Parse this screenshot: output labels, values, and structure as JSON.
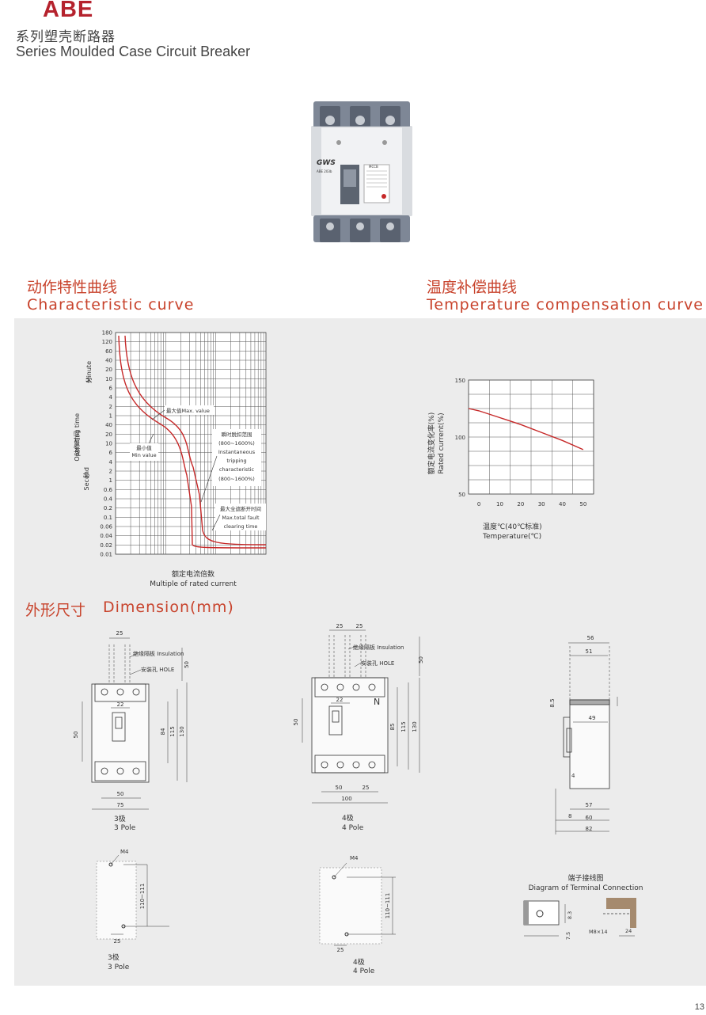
{
  "header": {
    "brand": "ABE",
    "subtitle_cn": "系列塑壳断路器",
    "subtitle_en": "Series Moulded Case Circuit Breaker"
  },
  "product": {
    "logo": "GWS",
    "model": "ABE 203b",
    "badge": "MCCB"
  },
  "sections": {
    "char_cn": "动作特性曲线",
    "char_en": "Characteristic curve",
    "temp_cn": "温度补偿曲线",
    "temp_en": "Temperature compensation curve",
    "dim_cn": "外形尺寸",
    "dim_en": "Dimension(mm)"
  },
  "char_curve": {
    "y_ticks": [
      "180",
      "120",
      "60",
      "40",
      "20",
      "10",
      "6",
      "4",
      "2",
      "1",
      "40",
      "20",
      "10",
      "6",
      "4",
      "2",
      "1",
      "0.6",
      "0.4",
      "0.2",
      "0.1",
      "0.06",
      "0.04",
      "0.02",
      "0.01"
    ],
    "minute_cn": "分",
    "minute_en": "Minute",
    "optime_cn": "动作时间",
    "optime_en": "Operating time",
    "second_cn": "秒",
    "second_en": "Second",
    "max_label": "最大值Max. value",
    "min_cn": "最小值",
    "min_en": "Min value",
    "inst_cn": "瞬时脱扣范围",
    "inst_range": "(800~1600%)",
    "inst_en1": "Instantaneous",
    "inst_en2": "tripping",
    "inst_en3": "characteristic",
    "inst_range2": "(800~1600%)",
    "clear_cn": "最大全遮断开时间",
    "clear_en1": "Max.total fault",
    "clear_en2": "clearing time",
    "xlabel_cn": "额定电流倍数",
    "xlabel_en": "Multiple of rated current"
  },
  "chart_data": {
    "type": "line",
    "title": "",
    "xlabel": "温度℃(40℃标准) Temperature(℃)",
    "ylabel": "额定电流变化率(%) Rated current(%)",
    "x_ticks": [
      "0",
      "10",
      "20",
      "30",
      "40",
      "50"
    ],
    "y_ticks": [
      "150",
      "100",
      "50"
    ],
    "xlim": [
      -5,
      55
    ],
    "ylim": [
      50,
      150
    ],
    "grid": true,
    "series": [
      {
        "x": [
          -5,
          0,
          10,
          20,
          30,
          40,
          50
        ],
        "y": [
          125,
          123,
          117,
          111,
          104,
          97,
          89
        ]
      }
    ]
  },
  "temp_curve": {
    "xlabel_cn": "温度℃(40℃标准)",
    "xlabel_en": "Temperature(℃)",
    "ylabel_cn": "额定电流变化率(%)",
    "ylabel_en": "Rated current(%)"
  },
  "dims": {
    "three": {
      "top25": "25",
      "insul": "绝缘隔板 Insulation",
      "hole": "安装孔 HOLE",
      "d50t": "50",
      "d22": "22",
      "d50l": "50",
      "d84": "84",
      "d115": "115",
      "d130": "130",
      "d50b": "50",
      "d75": "75",
      "pole_cn": "3极",
      "pole_en": "3 Pole"
    },
    "four": {
      "top25a": "25",
      "top25b": "25",
      "insul": "绝缘隔板 Insulation",
      "hole": "安装孔 HOLE",
      "d50t": "50",
      "d22": "22",
      "N": "N",
      "d50l": "50",
      "d85": "85",
      "d115": "115",
      "d130": "130",
      "d50b": "50",
      "d25b": "25",
      "d100": "100",
      "pole_cn": "4极",
      "pole_en": "4 Pole"
    },
    "side": {
      "d56": "56",
      "d51": "51",
      "d85": "8.5",
      "d49": "49",
      "d4": "4",
      "d57": "57",
      "d8": "8",
      "d60": "60",
      "d82": "82"
    },
    "mount3": {
      "m4": "M4",
      "d110": "110~111",
      "d25": "25",
      "pole_cn": "3极",
      "pole_en": "3 Pole"
    },
    "mount4": {
      "m4": "M4",
      "d110": "110~111",
      "d25": "25",
      "pole_cn": "4极",
      "pole_en": "4 Pole"
    },
    "terminal": {
      "title_cn": "端子接线图",
      "title_en": "Diagram of Terminal Connection",
      "d83": "8.3",
      "d75": "7.5",
      "m8": "M8×14",
      "d24": "24"
    }
  },
  "page_number": "13"
}
